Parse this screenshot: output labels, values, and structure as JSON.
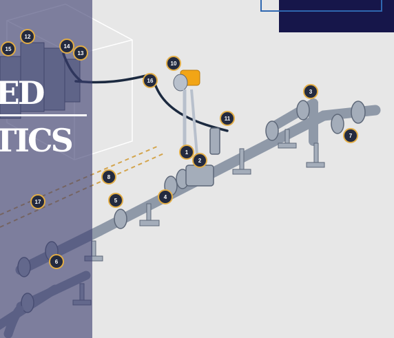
{
  "headline": {
    "line1": "CED",
    "line2": "STICS"
  },
  "markers": [
    {
      "label": "1"
    },
    {
      "label": "2"
    },
    {
      "label": "3"
    },
    {
      "label": "4"
    },
    {
      "label": "5"
    },
    {
      "label": "6"
    },
    {
      "label": "7"
    },
    {
      "label": "8"
    },
    {
      "label": "10"
    },
    {
      "label": "11"
    },
    {
      "label": "12"
    },
    {
      "label": "13"
    },
    {
      "label": "14"
    },
    {
      "label": "15"
    },
    {
      "label": "16"
    },
    {
      "label": "17"
    }
  ],
  "colors": {
    "background": "#e7e7e7",
    "pipe": "#8f99a8",
    "pipe_dark": "#5d6778",
    "cable": "#1c2a40",
    "marker_fill": "#232a3f",
    "marker_ring": "#e2ad45",
    "accent_orange": "#f2a516",
    "nav_panel": "#16164a",
    "nav_frame": "#2f67b0",
    "overlay": "#3c3e70"
  }
}
